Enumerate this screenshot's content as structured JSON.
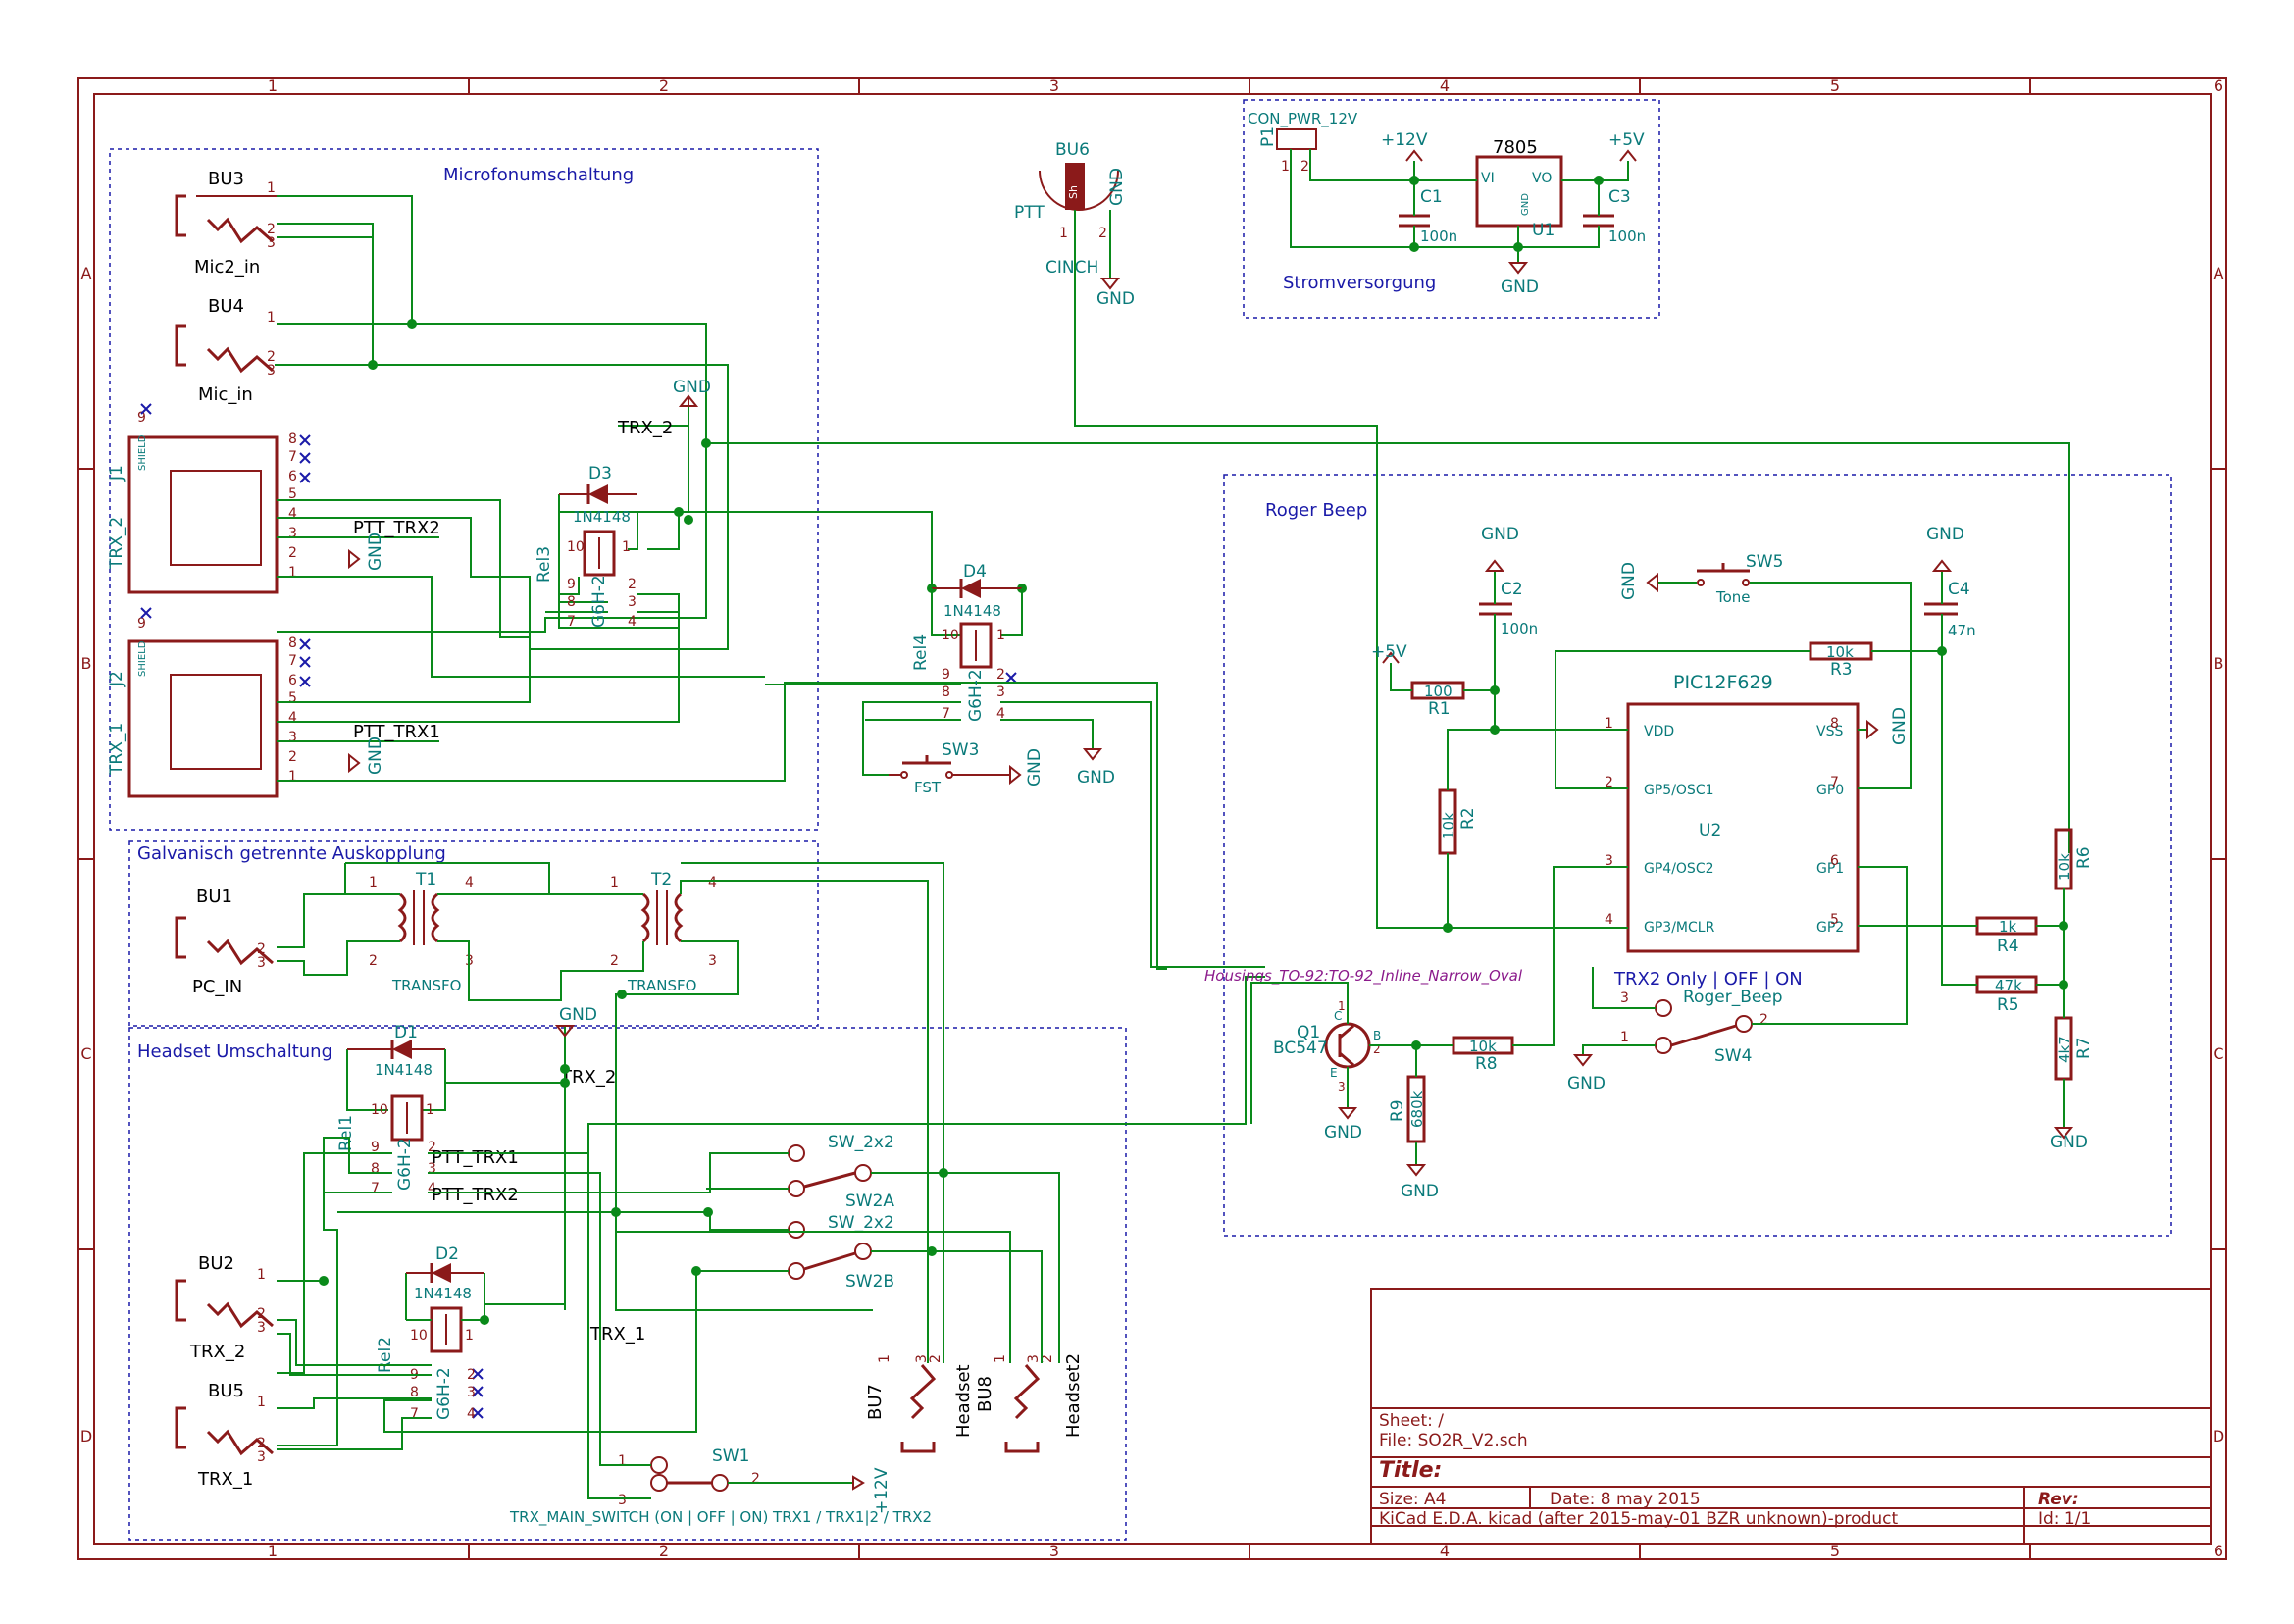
{
  "frame": {
    "col_labels": [
      "1",
      "2",
      "3",
      "4",
      "5",
      "6"
    ],
    "row_labels": [
      "A",
      "B",
      "C",
      "D"
    ]
  },
  "sections": {
    "mic": "Microfonumschaltung",
    "galv": "Galvanisch getrennte Auskopplung",
    "headset": "Headset Umschaltung",
    "roger": "Roger Beep",
    "power": "Stromversorgung"
  },
  "components": {
    "bu3": {
      "ref": "BU3",
      "val": "Mic2_in"
    },
    "bu4": {
      "ref": "BU4",
      "val": "Mic_in"
    },
    "j1": {
      "ref": "J1",
      "val": "TRX_2"
    },
    "j2": {
      "ref": "J2",
      "val": "TRX_1"
    },
    "d3": {
      "ref": "D3",
      "val": "1N4148"
    },
    "d4": {
      "ref": "D4",
      "val": "1N4148"
    },
    "d1": {
      "ref": "D1",
      "val": "1N4148"
    },
    "d2": {
      "ref": "D2",
      "val": "1N4148"
    },
    "rel3": {
      "ref": "Rel3",
      "val": "G6H-2"
    },
    "rel4": {
      "ref": "Rel4",
      "val": "G6H-2"
    },
    "rel1": {
      "ref": "Rel1",
      "val": "G6H-2"
    },
    "rel2": {
      "ref": "Rel2",
      "val": "G6H-2"
    },
    "bu6": {
      "ref": "BU6",
      "val": "CINCH",
      "pin_label": "PTT",
      "shield": "Sh"
    },
    "sw3": {
      "ref": "SW3",
      "val": "FST"
    },
    "bu1": {
      "ref": "BU1",
      "val": "PC_IN"
    },
    "t1": {
      "ref": "T1",
      "val": "TRANSFO"
    },
    "t2": {
      "ref": "T2",
      "val": "TRANSFO"
    },
    "bu2": {
      "ref": "BU2",
      "val": "TRX_2"
    },
    "bu5": {
      "ref": "BU5",
      "val": "TRX_1"
    },
    "sw2a": {
      "ref": "SW2A",
      "val": "SW_2x2"
    },
    "sw2b": {
      "ref": "SW2B",
      "val": "SW_2x2"
    },
    "bu7": {
      "ref": "BU7",
      "val": "Headset"
    },
    "bu8": {
      "ref": "BU8",
      "val": "Headset2"
    },
    "sw1": {
      "ref": "SW1",
      "val": "TRX_MAIN_SWITCH (ON | OFF | ON) TRX1 / TRX1|2 / TRX2"
    },
    "p1": {
      "ref": "P1",
      "val": "CON_PWR_12V"
    },
    "u1": {
      "ref": "U1",
      "val": "7805",
      "vi": "VI",
      "vo": "VO",
      "gnd": "GND"
    },
    "c1": {
      "ref": "C1",
      "val": "100n"
    },
    "c3": {
      "ref": "C3",
      "val": "100n"
    },
    "c2": {
      "ref": "C2",
      "val": "100n"
    },
    "c4": {
      "ref": "C4",
      "val": "47n"
    },
    "sw5": {
      "ref": "SW5",
      "val": "Tone"
    },
    "r1": {
      "ref": "R1",
      "val": "100"
    },
    "r2": {
      "ref": "R2",
      "val": "10k"
    },
    "r3": {
      "ref": "R3",
      "val": "10k"
    },
    "r4": {
      "ref": "R4",
      "val": "1k"
    },
    "r5": {
      "ref": "R5",
      "val": "47k"
    },
    "r6": {
      "ref": "R6",
      "val": "10k"
    },
    "r7": {
      "ref": "R7",
      "val": "4k7"
    },
    "r8": {
      "ref": "R8",
      "val": "10k"
    },
    "r9": {
      "ref": "R9",
      "val": "680k"
    },
    "u2": {
      "ref": "U2",
      "val": "PIC12F629",
      "pins": [
        "VDD",
        "GP5/OSC1",
        "GP4/OSC2",
        "GP3/MCLR",
        "VSS",
        "GP0",
        "GP1",
        "GP2"
      ]
    },
    "q1": {
      "ref": "Q1",
      "val": "BC547",
      "footprint": "Housings_TO-92:TO-92_Inline_Narrow_Oval"
    },
    "sw4": {
      "ref": "SW4",
      "val": "Roger_Beep",
      "title": "TRX2 Only | OFF | ON"
    }
  },
  "nets": {
    "gnd": "GND",
    "p12": "+12V",
    "p5": "+5V",
    "trx2": "TRX_2",
    "trx1": "TRX_1",
    "ptt_trx1": "PTT_TRX1",
    "ptt_trx2": "PTT_TRX2",
    "plus12": "+12V",
    "shield": "SHIELD"
  },
  "titleblock": {
    "sheet": "Sheet: /",
    "file": "File: SO2R_V2.sch",
    "title": "Title:",
    "size": "Size: A4",
    "date": "Date: 8 may 2015",
    "rev": "Rev:",
    "tool": "KiCad E.D.A.  kicad (after 2015-may-01 BZR unknown)-product",
    "id": "Id: 1/1"
  },
  "colors": {
    "wire": "#0a8a1a",
    "component": "#8b1a1a",
    "text": "#0a7a7a",
    "note": "#1a1aa8"
  }
}
